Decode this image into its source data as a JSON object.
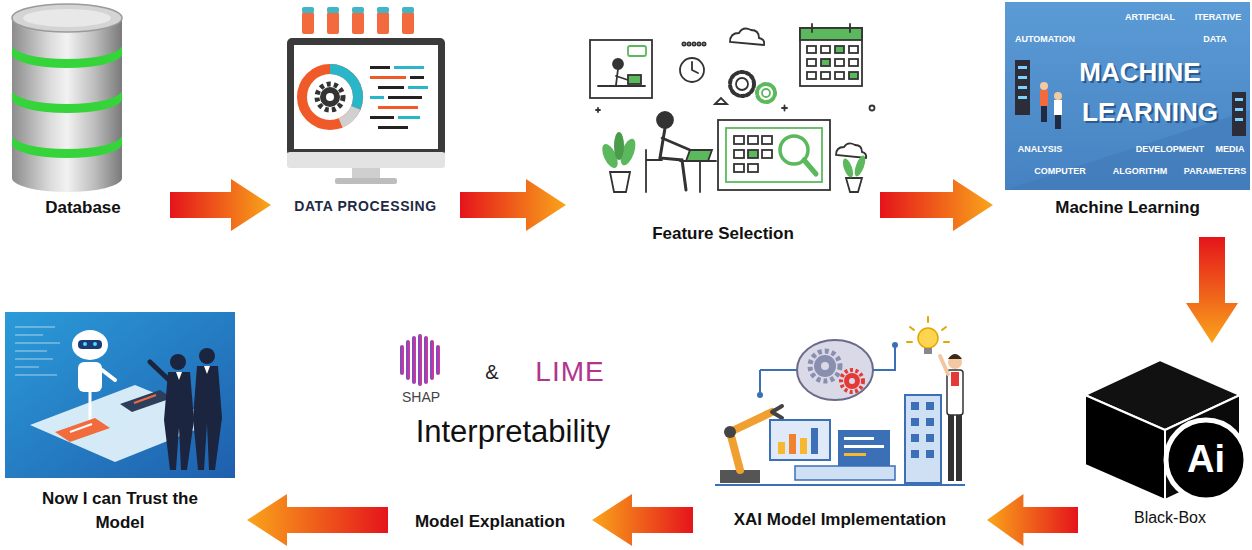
{
  "diagram": {
    "nodes": [
      {
        "text": [
          "Database"
        ]
      },
      {
        "text": [
          "DATA PROCESSING"
        ]
      },
      {
        "text": [
          "Feature Selection"
        ]
      },
      {
        "text": [
          "Machine Learning"
        ]
      },
      {
        "text": [
          "Black-Box"
        ]
      },
      {
        "text": [
          "XAI Model Implementation"
        ]
      },
      {
        "text": [
          "Model Explanation"
        ]
      },
      {
        "text": [
          "Now I can Trust the Model"
        ]
      }
    ],
    "edges": [
      {
        "from": 0,
        "to": 1,
        "arrow": "to"
      },
      {
        "from": 1,
        "to": 2,
        "arrow": "to"
      },
      {
        "from": 2,
        "to": 3,
        "arrow": "to"
      },
      {
        "from": 3,
        "to": 4,
        "arrow": "to"
      },
      {
        "from": 4,
        "to": 5,
        "arrow": "to"
      },
      {
        "from": 5,
        "to": 6,
        "arrow": "to"
      },
      {
        "from": 6,
        "to": 7,
        "arrow": "to"
      }
    ],
    "labels": [
      "SHAP",
      "&",
      "LIME",
      "Interpretability",
      "Ai",
      "AUTOMATION",
      "ARTIFICIAL",
      "DATA",
      "ITERATIVE",
      "MACHINE",
      "LEARNING",
      "ANALYSIS",
      "DEVELOPMENT",
      "COMPUTER",
      "ALGORITHM",
      "PARAMETERS",
      "MEDIA"
    ]
  }
}
